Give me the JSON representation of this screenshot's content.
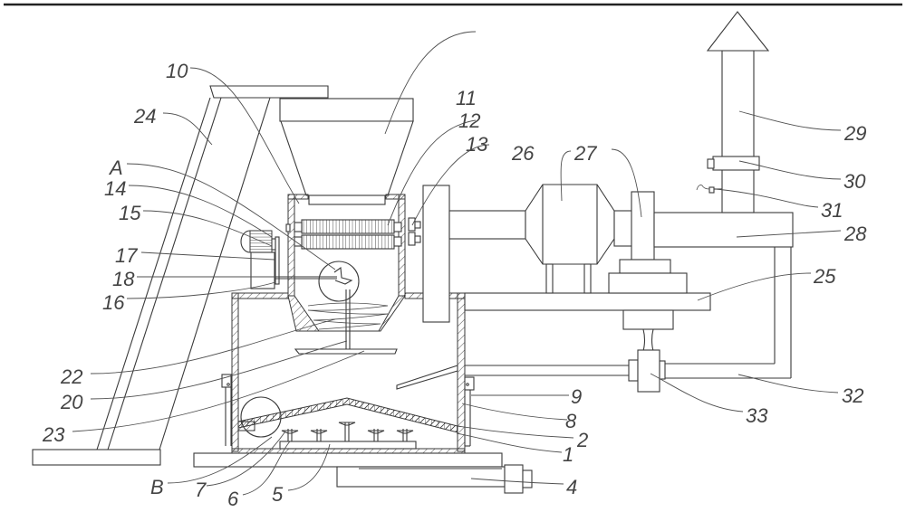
{
  "figure": {
    "type": "patent mechanical drawing",
    "line_color": "#3a3a3a",
    "background": "#ffffff"
  },
  "labels": {
    "l1": "1",
    "l2": "2",
    "l4": "4",
    "l5": "5",
    "l6": "6",
    "l7": "7",
    "l8": "8",
    "l9": "9",
    "l10": "10",
    "l11": "11",
    "l12": "12",
    "l13": "13",
    "l14": "14",
    "l15": "15",
    "l16": "16",
    "l17": "17",
    "l18": "18",
    "l20": "20",
    "l22": "22",
    "l23": "23",
    "l24": "24",
    "l25": "25",
    "l26": "26",
    "l27": "27",
    "l28": "28",
    "l29": "29",
    "l30": "30",
    "l31": "31",
    "l32": "32",
    "l33": "33",
    "lA": "A",
    "lB": "B"
  }
}
